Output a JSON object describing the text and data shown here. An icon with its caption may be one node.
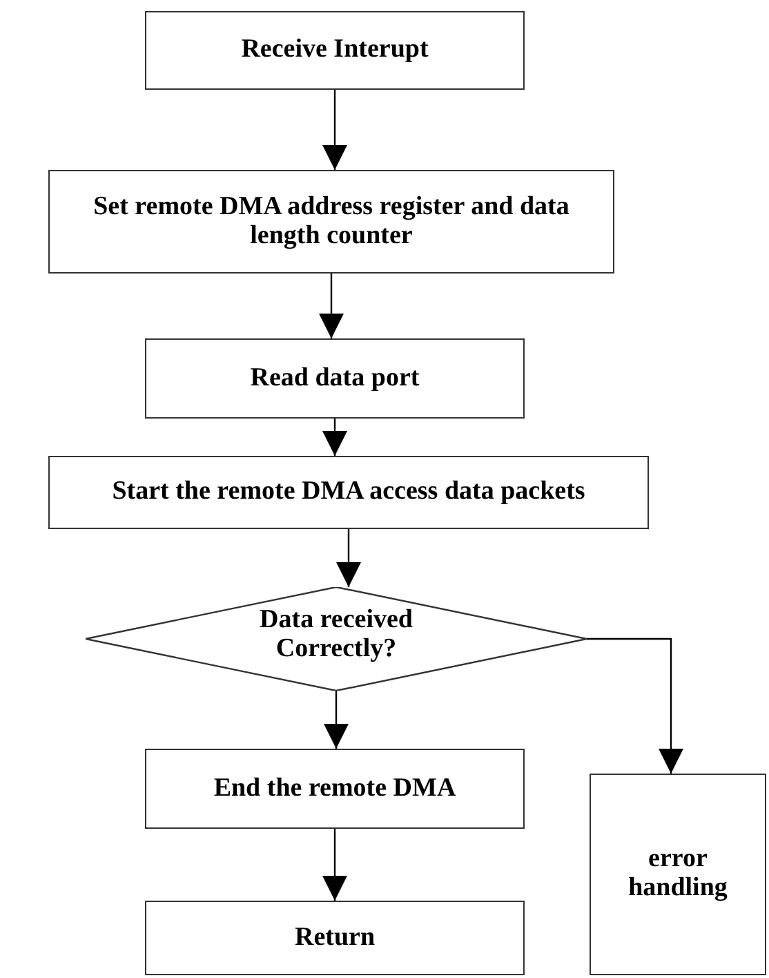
{
  "diagram": {
    "nodes": [
      {
        "text": [
          "Receive Interupt"
        ]
      },
      {
        "text": [
          "Set remote DMA address register and data length counter"
        ]
      },
      {
        "text": [
          "Read data port"
        ]
      },
      {
        "text": [
          "Start the remote DMA access data packets"
        ]
      },
      {
        "text": [
          "Data received Correctly?"
        ]
      },
      {
        "text": [
          "End the remote DMA"
        ]
      },
      {
        "text": [
          "Return"
        ]
      },
      {
        "text": [
          "error handling"
        ]
      }
    ],
    "edges": [
      {
        "from": 0,
        "to": 1,
        "arrow": "to"
      },
      {
        "from": 1,
        "to": 2,
        "arrow": "to"
      },
      {
        "from": 2,
        "to": 3,
        "arrow": "to"
      },
      {
        "from": 3,
        "to": 4,
        "arrow": "to"
      },
      {
        "from": 4,
        "to": 5,
        "arrow": "to"
      },
      {
        "from": 5,
        "to": 6,
        "arrow": "to"
      },
      {
        "from": 4,
        "to": 7,
        "arrow": "to"
      }
    ]
  }
}
